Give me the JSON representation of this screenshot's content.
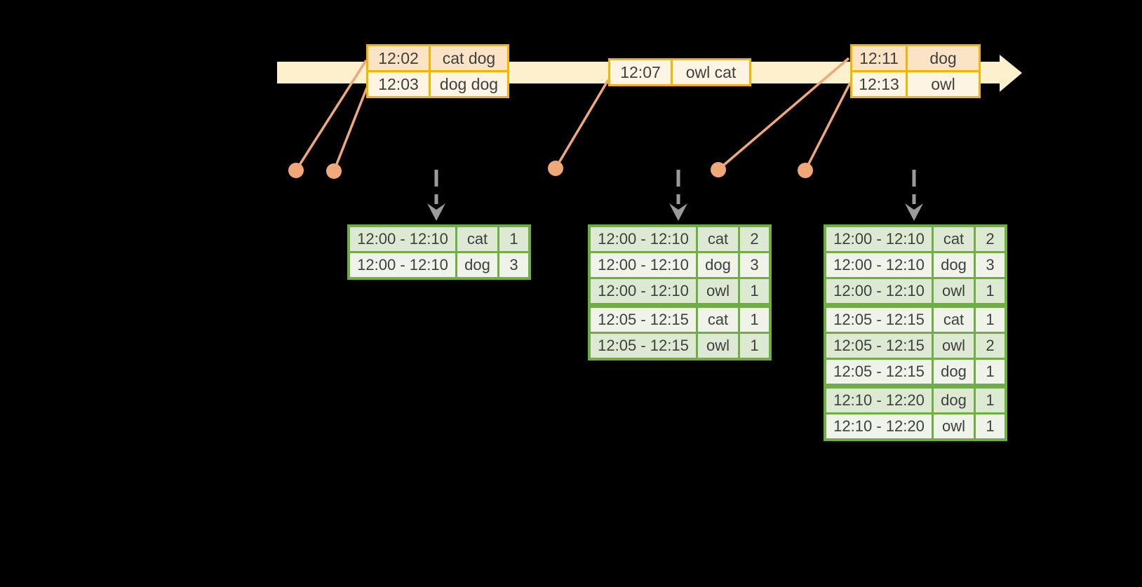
{
  "colors": {
    "background": "#000000",
    "timeline_fill": "#fcf0cd",
    "event_border": "#f2b600",
    "event_row_dark": "#fbe3c6",
    "event_row_light": "#fdf4e4",
    "result_border": "#6fae44",
    "result_row_dark": "#dde9d3",
    "result_row_light": "#eff3ea",
    "marker": "#f0a878",
    "trigger_arrow": "#9b9b9b",
    "text": "#3f3f3f"
  },
  "event_tables": [
    {
      "rows": [
        [
          "12:02",
          "cat dog"
        ],
        [
          "12:03",
          "dog dog"
        ]
      ]
    },
    {
      "rows": [
        [
          "12:07",
          "owl cat"
        ]
      ]
    },
    {
      "rows": [
        [
          "12:11",
          "dog"
        ],
        [
          "12:13",
          "owl"
        ]
      ]
    }
  ],
  "result_tables": [
    {
      "rows": [
        [
          "12:00 - 12:10",
          "cat",
          "1"
        ],
        [
          "12:00 - 12:10",
          "dog",
          "3"
        ]
      ]
    },
    {
      "rows": [
        [
          "12:00 - 12:10",
          "cat",
          "2"
        ],
        [
          "12:00 - 12:10",
          "dog",
          "3"
        ],
        [
          "12:00 - 12:10",
          "owl",
          "1"
        ],
        [
          "12:05 - 12:15",
          "cat",
          "1"
        ],
        [
          "12:05 - 12:15",
          "owl",
          "1"
        ]
      ]
    },
    {
      "rows": [
        [
          "12:00 - 12:10",
          "cat",
          "2"
        ],
        [
          "12:00 - 12:10",
          "dog",
          "3"
        ],
        [
          "12:00 - 12:10",
          "owl",
          "1"
        ],
        [
          "12:05 - 12:15",
          "cat",
          "1"
        ],
        [
          "12:05 - 12:15",
          "owl",
          "2"
        ],
        [
          "12:05 - 12:15",
          "dog",
          "1"
        ],
        [
          "12:10 - 12:20",
          "dog",
          "1"
        ],
        [
          "12:10 - 12:20",
          "owl",
          "1"
        ]
      ]
    }
  ]
}
